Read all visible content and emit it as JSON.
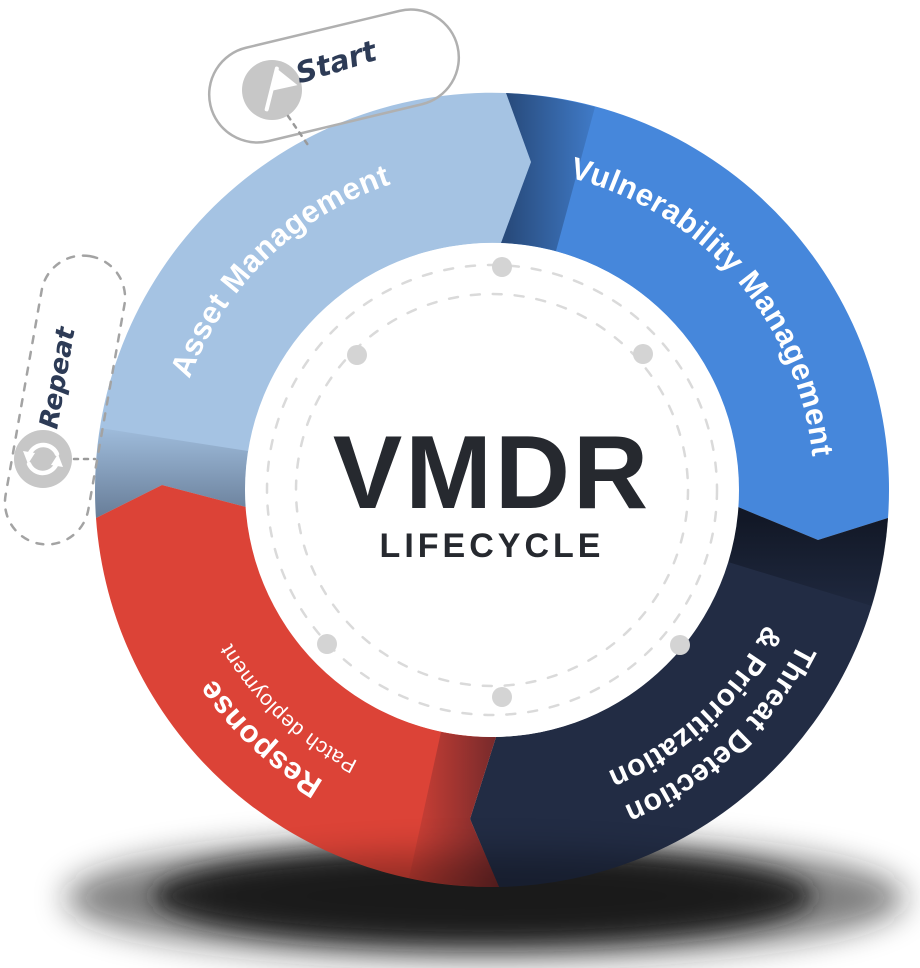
{
  "diagram": {
    "title": "VMDR",
    "subtitle": "LIFECYCLE",
    "flow_direction": "clockwise",
    "segments": [
      {
        "id": "asset",
        "label": "Asset Management",
        "color": "#a5c3e3"
      },
      {
        "id": "vulnerability",
        "label": "Vulnerability Management",
        "color": "#4687db"
      },
      {
        "id": "threat",
        "label_line1": "Threat Detection",
        "label_line2": "& Prioritization",
        "color": "#222c44"
      },
      {
        "id": "response",
        "label": "Response",
        "sublabel": "Patch deployment",
        "color": "#dc4337"
      }
    ],
    "annotations": {
      "start": {
        "label": "Start",
        "icon": "flag-icon"
      },
      "repeat": {
        "label": "Repeat",
        "icon": "refresh-icon"
      }
    },
    "colors": {
      "label_text": "#ffffff",
      "title_text": "#26292f",
      "annotation_text": "#2d3b56",
      "icon_circle": "#c7c7c7",
      "outline_gray": "#b0b0b0",
      "dashed_circle": "#dadada",
      "dot": "#d4d4d4"
    }
  }
}
